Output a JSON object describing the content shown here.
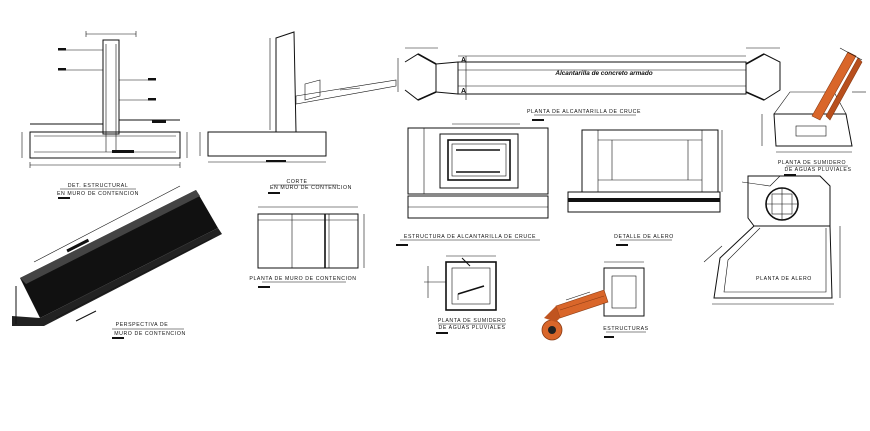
{
  "drawing": {
    "labels": {
      "det_estructural_1": "DET. ESTRUCTURAL",
      "det_estructural_2": "EN MURO DE CONTENCION",
      "corte_1": "CORTE",
      "corte_2": "EN MURO DE CONTENCION",
      "planta_muro": "PLANTA DE MURO DE CONTENCION",
      "perspectiva_1": "PERSPECTIVA DE",
      "perspectiva_2": "MURO DE CONTENCION",
      "alcantarilla_title": "Alcantarilla de concreto armado",
      "section_a_top": "A",
      "section_a_bottom": "A",
      "planta_alcantarilla": "PLANTA DE ALCANTARILLA DE CRUCE",
      "estructura_alcantarilla": "ESTRUCTURA DE ALCANTARILLA DE CRUCE",
      "detalle_alero": "DETALLE DE ALERO",
      "planta_sumidero_left_1": "PLANTA DE SUMIDERO",
      "planta_sumidero_left_2": "DE AGUAS PLUVIALES",
      "estructuras": "ESTRUCTURAS",
      "planta_sumidero_right_1": "PLANTA DE SUMIDERO",
      "planta_sumidero_right_2": "DE AGUAS PLUVIALES",
      "planta_alero": "PLANTA DE ALERO"
    },
    "colors": {
      "line": "#111111",
      "pipe": "#d9662a",
      "pipe_dark": "#8a3b14",
      "hatch": "#555555",
      "paper": "#ffffff"
    }
  }
}
